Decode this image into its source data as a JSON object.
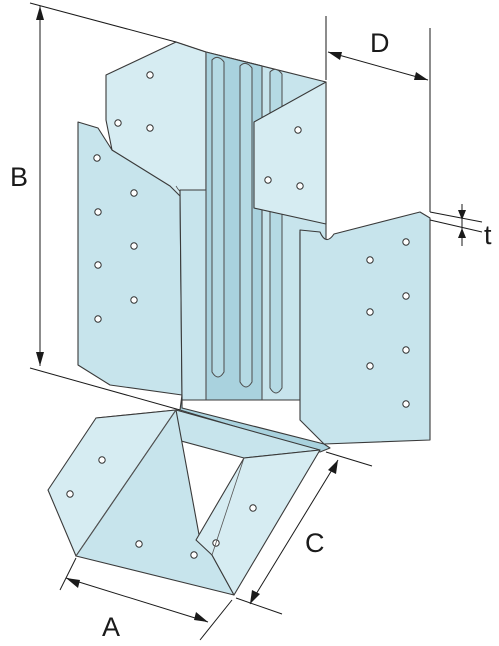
{
  "diagram": {
    "dimension_labels": {
      "a": "A",
      "b": "B",
      "c": "C",
      "d": "D",
      "t": "t"
    },
    "colors": {
      "plate": "#c7e4ec",
      "plate_dark": "#a9d2de",
      "plate_light": "#d6ecf2",
      "outline": "#3a3a3a",
      "dimension": "#1a1a1a"
    }
  }
}
